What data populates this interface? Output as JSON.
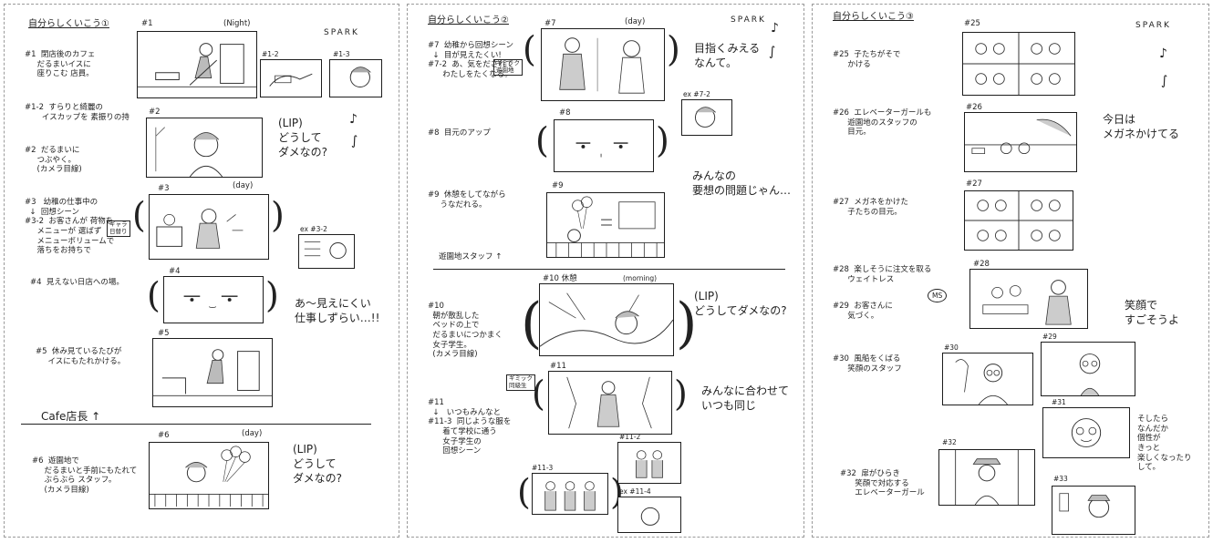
{
  "logo": "SPARK",
  "sheet1": {
    "title": "自分らしくいこう①",
    "f1": "#1",
    "f1_time": "(Night)",
    "f12": "#1-2",
    "f13": "#1-3",
    "f2": "#2",
    "f3": "#3",
    "f3_time": "(day)",
    "f32": "ex #3-2",
    "f4": "#4",
    "f5": "#5",
    "f6": "#6",
    "f6_time": "(day)",
    "n1": "#1  閉店後のカフェ\n     だるまいイスに\n     座りこむ 店員。",
    "n12": "#1-2  すらりと綺麗の\n       イスカップを 素振りの持",
    "n2": "#2  だるまいに\n     つぶやく。\n     (カメラ目線)",
    "n3": "#3   幼稚の仕事中の\n  ↓  回想シーン\n#3-2  お客さんが 荷物を\n     メニューが 選ばず\n     メニューボリュームで\n     落ちをお持ちで",
    "tag3": "ギャラ\n日替り",
    "n4": "#4  見えない日店への場。",
    "n5": "#5  休み見ているたびが\n     イスにもたれかける。",
    "sep": "Cafe店長 ↑",
    "n6": "#6  遊園地で\n     だるまいと手前にもたれて\n     ぶらぶら スタッフ。\n     (カメラ目線)",
    "lip1": "(LIP)\nどうして\nダメなの?",
    "say1": "あ〜見えにくい\n仕事しずらい…!!",
    "lip2": "(LIP)\nどうして\nダメなの?"
  },
  "sheet2": {
    "title": "自分らしくいこう②",
    "f7": "#7",
    "f7_time": "(day)",
    "f72": "ex #7-2",
    "f8": "#8",
    "f9": "#9",
    "f10": "#10 休憩",
    "f10_time": "(morning)",
    "f11": "#11",
    "f112": "#11-2",
    "f113": "#11-3",
    "f114": "ex #11-4",
    "n7": "#7  幼稚から回想シーン\n  ↓  目が見えたくい!\n#7-2  あ、気をだされて\n      わたしをたくなる。",
    "tag7": "ギミック\n遊園地",
    "n8": "#8  目元のアップ",
    "n9": "#9  休憩をしてながら\n     うなだれる。",
    "sep": "遊園地スタッフ ↑",
    "n10": "#10\n  朝が散乱した\n  ベッドの上で\n  だるまいにつかまく\n  女子学生。\n  (カメラ目線)",
    "n11": "#11\n  ↓   いつもみんなと\n#11-3  同じような服を\n      着て学校に通う\n      女子学生の\n      回想シーン",
    "tag11": "ギミック\n同級生",
    "say7": "目指くみえる\nなんて。",
    "say9": "みんなの\n要想の問題じゃん…",
    "lip": "(LIP)\nどうしてダメなの?",
    "say11": "みんなに合わせて\nいつも同じ"
  },
  "sheet3": {
    "title": "自分らしくいこう③",
    "f25": "#25",
    "f26": "#26",
    "f27": "#27",
    "f28": "#28",
    "f29": "#29",
    "f30": "#30",
    "f31": "#31",
    "f32": "#32",
    "f33": "#33",
    "ms": "MS",
    "n25": "#25  子たちがそで\n      かける",
    "n26": "#26  エレベーターガールも\n      遊園地のスタッフの\n      目元。",
    "n27": "#27  メガネをかけた\n      子たちの目元。",
    "n28": "#28  楽しそうに注文を取る\n      ウェイトレス",
    "n29": "#29  お客さんに\n      気づく。",
    "n30": "#30  風船をくばる\n      笑顔のスタッフ",
    "n32": "#32  扉がひらき\n      笑顔で対応する\n      エレベーターガール",
    "say26": "今日は\nメガネかけてる",
    "say29": "笑顔で\nすごそうよ",
    "say31": "そしたら\nなんだか\n個性が\nきっと\n楽しくなったり\nして。"
  }
}
